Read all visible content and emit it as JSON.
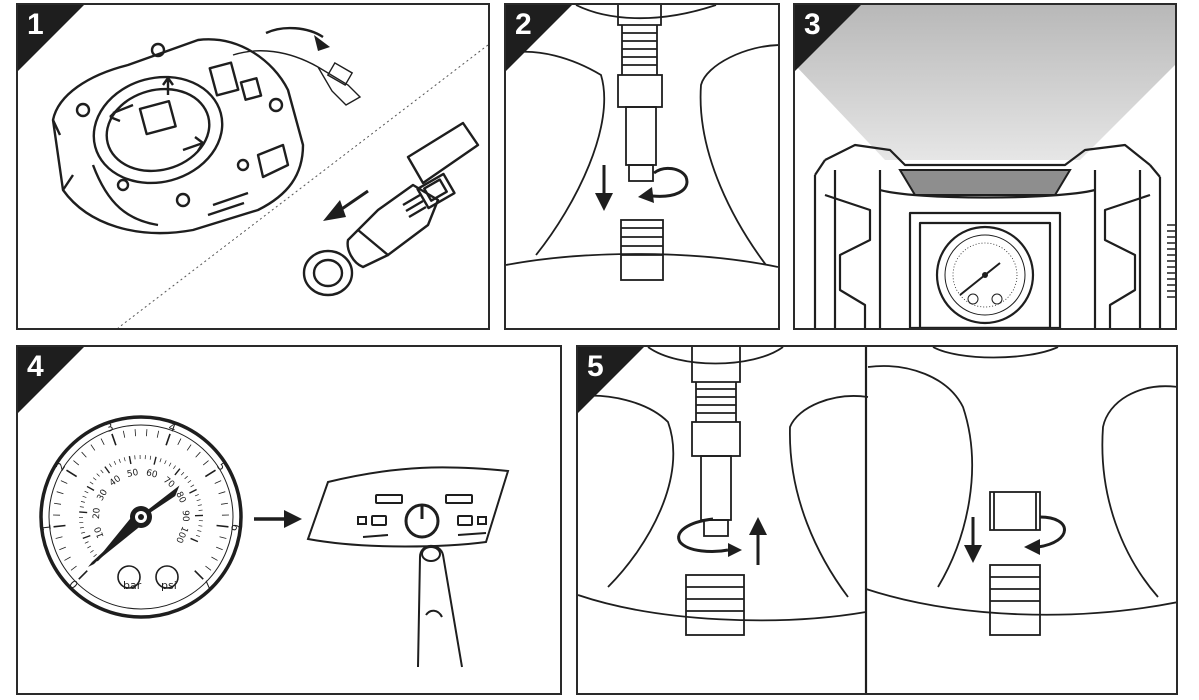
{
  "steps": [
    {
      "number": "1"
    },
    {
      "number": "2"
    },
    {
      "number": "3"
    },
    {
      "number": "4"
    },
    {
      "number": "5"
    }
  ],
  "gauge": {
    "outer_scale": [
      "0",
      "1",
      "2",
      "3",
      "4",
      "5",
      "6",
      "7"
    ],
    "inner_scale": [
      "10",
      "20",
      "30",
      "40",
      "50",
      "60",
      "70",
      "80",
      "90",
      "100"
    ],
    "unit_left": "bar",
    "unit_right": "psi"
  },
  "colors": {
    "ink": "#1e1e1e",
    "frame": "#2a2a2a",
    "background": "#ffffff"
  }
}
